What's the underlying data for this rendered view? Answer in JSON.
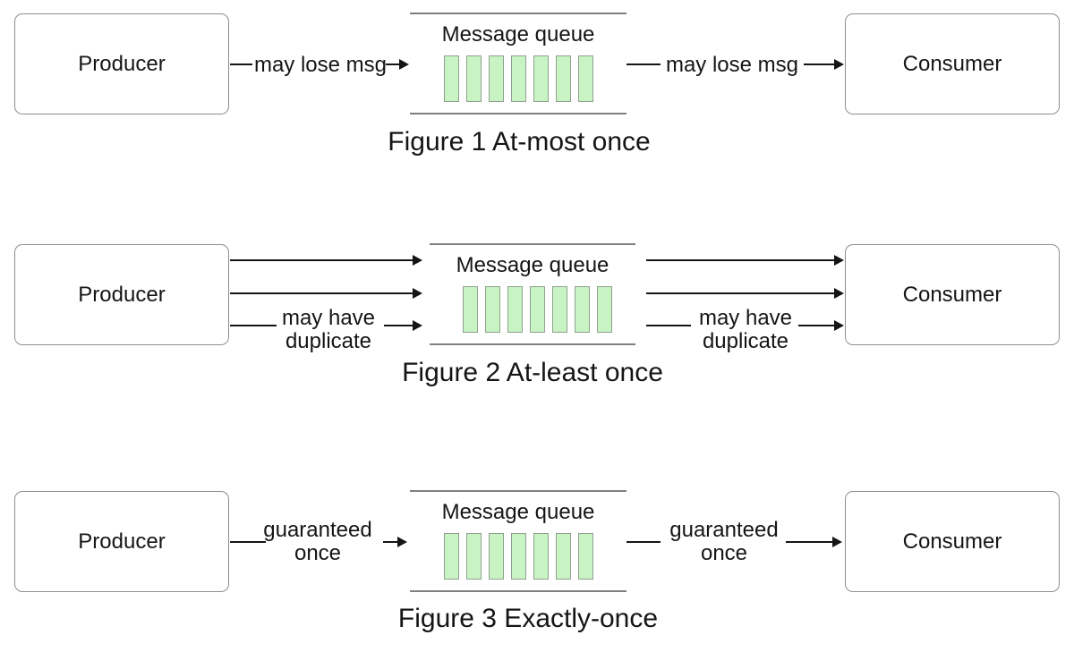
{
  "styles": {
    "background": "#ffffff",
    "text_color": "#151515",
    "box_border_color": "#8e8e8e",
    "queue_line_color": "#7f7f7f",
    "arrow_color": "#151515",
    "message_fill": "#c8f4c4",
    "message_border": "#8fa08f"
  },
  "figures": [
    {
      "name": "at-most-once",
      "caption": "Figure 1 At-most once",
      "producer_label": "Producer",
      "consumer_label": "Consumer",
      "queue_label": "Message queue",
      "message_count": 7,
      "producer_to_queue_arrow_count": 1,
      "queue_to_consumer_arrow_count": 1,
      "producer_to_queue_label": "may lose msg",
      "queue_to_consumer_label": "may lose msg"
    },
    {
      "name": "at-least-once",
      "caption": "Figure 2 At-least once",
      "producer_label": "Producer",
      "consumer_label": "Consumer",
      "queue_label": "Message queue",
      "message_count": 7,
      "producer_to_queue_arrow_count": 3,
      "queue_to_consumer_arrow_count": 3,
      "producer_to_queue_label": "may have duplicate",
      "queue_to_consumer_label": "may have duplicate"
    },
    {
      "name": "exactly-once",
      "caption": "Figure 3 Exactly-once",
      "producer_label": "Producer",
      "consumer_label": "Consumer",
      "queue_label": "Message queue",
      "message_count": 7,
      "producer_to_queue_arrow_count": 1,
      "queue_to_consumer_arrow_count": 1,
      "producer_to_queue_label": "guaranteed once",
      "queue_to_consumer_label": "guaranteed once"
    }
  ]
}
